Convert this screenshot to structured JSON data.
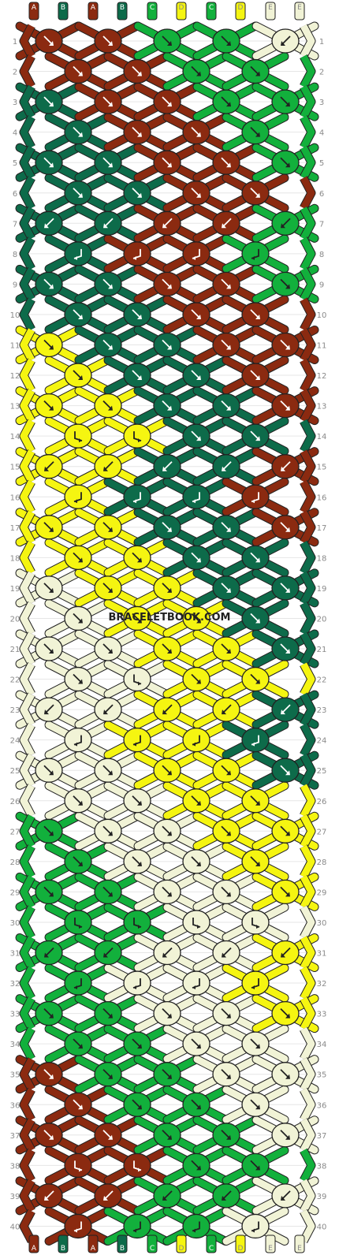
{
  "watermark": "BRACELETBOOK.COM",
  "strand_labels": [
    "A",
    "B",
    "A",
    "B",
    "C",
    "D",
    "C",
    "D",
    "E",
    "E"
  ],
  "colors": {
    "A": "#8b2a10",
    "B": "#0d6b4a",
    "C": "#12b03c",
    "D": "#f5f511",
    "E": "#f1f3d6"
  },
  "row_count": 40,
  "knots": [
    [
      "A",
      "A",
      "C",
      "C",
      "E"
    ],
    [
      "A",
      "A",
      "C",
      "C"
    ],
    [
      "B",
      "A",
      "A",
      "C",
      "C"
    ],
    [
      "B",
      "A",
      "A",
      "C"
    ],
    [
      "B",
      "B",
      "A",
      "A",
      "C"
    ],
    [
      "B",
      "B",
      "A",
      "A"
    ],
    [
      "B",
      "B",
      "A",
      "A",
      "C"
    ],
    [
      "B",
      "A",
      "A",
      "C"
    ],
    [
      "B",
      "B",
      "A",
      "A",
      "C"
    ],
    [
      "B",
      "B",
      "A",
      "A"
    ],
    [
      "D",
      "B",
      "B",
      "A",
      "A"
    ],
    [
      "D",
      "B",
      "B",
      "A"
    ],
    [
      "D",
      "D",
      "B",
      "B",
      "A"
    ],
    [
      "D",
      "D",
      "B",
      "B"
    ],
    [
      "D",
      "D",
      "B",
      "B",
      "A"
    ],
    [
      "D",
      "B",
      "B",
      "A"
    ],
    [
      "D",
      "D",
      "B",
      "B",
      "A"
    ],
    [
      "D",
      "D",
      "B",
      "B"
    ],
    [
      "E",
      "D",
      "D",
      "B",
      "B"
    ],
    [
      "E",
      "D",
      "D",
      "B"
    ],
    [
      "E",
      "E",
      "D",
      "D",
      "B"
    ],
    [
      "E",
      "E",
      "D",
      "D"
    ],
    [
      "E",
      "E",
      "D",
      "D",
      "B"
    ],
    [
      "E",
      "D",
      "D",
      "B"
    ],
    [
      "E",
      "E",
      "D",
      "D",
      "B"
    ],
    [
      "E",
      "E",
      "D",
      "D"
    ],
    [
      "C",
      "E",
      "E",
      "D",
      "D"
    ],
    [
      "C",
      "E",
      "E",
      "D"
    ],
    [
      "C",
      "C",
      "E",
      "E",
      "D"
    ],
    [
      "C",
      "C",
      "E",
      "E"
    ],
    [
      "C",
      "C",
      "E",
      "E",
      "D"
    ],
    [
      "C",
      "E",
      "E",
      "D"
    ],
    [
      "C",
      "C",
      "E",
      "E",
      "D"
    ],
    [
      "C",
      "C",
      "E",
      "E"
    ],
    [
      "A",
      "C",
      "C",
      "E",
      "E"
    ],
    [
      "A",
      "C",
      "C",
      "E"
    ],
    [
      "A",
      "A",
      "C",
      "C",
      "E"
    ],
    [
      "A",
      "A",
      "C",
      "C"
    ],
    [
      "A",
      "A",
      "C",
      "C",
      "E"
    ],
    [
      "A",
      "C",
      "C",
      "E"
    ]
  ],
  "arrows": [
    [
      "se",
      "se",
      "se",
      "se",
      "sw"
    ],
    [
      "se",
      "se",
      "se",
      "se"
    ],
    [
      "se",
      "se",
      "se",
      "se",
      "se"
    ],
    [
      "se",
      "se",
      "se",
      "se"
    ],
    [
      "se",
      "se",
      "se",
      "se",
      "se"
    ],
    [
      "se",
      "se",
      "se",
      "se"
    ],
    [
      "sw",
      "sw",
      "sw",
      "sw",
      "sw"
    ],
    [
      "sw-hook",
      "sw-hook",
      "sw-hook",
      "sw-hook"
    ],
    [
      "se",
      "se",
      "se",
      "se",
      "se"
    ],
    [
      "se",
      "se",
      "se",
      "se"
    ],
    [
      "se",
      "se",
      "se",
      "se",
      "se"
    ],
    [
      "se",
      "se",
      "se",
      "se"
    ],
    [
      "se",
      "se",
      "se",
      "se",
      "se"
    ],
    [
      "se-hook",
      "se-hook",
      "se",
      "se"
    ],
    [
      "sw",
      "sw",
      "sw",
      "sw",
      "sw"
    ],
    [
      "sw-hook",
      "sw-hook",
      "sw-hook",
      "sw-hook"
    ],
    [
      "se",
      "se",
      "se",
      "se",
      "se"
    ],
    [
      "se",
      "se",
      "se",
      "se"
    ],
    [
      "se",
      "se",
      "se",
      "se",
      "se"
    ],
    [
      "se",
      "se",
      "se",
      "se"
    ],
    [
      "se",
      "se",
      "se",
      "se",
      "se"
    ],
    [
      "se",
      "se-hook",
      "se",
      "se"
    ],
    [
      "sw",
      "sw",
      "sw",
      "sw",
      "sw"
    ],
    [
      "sw-hook",
      "sw-hook",
      "sw-hook",
      "sw-hook"
    ],
    [
      "se",
      "se",
      "se",
      "se",
      "se"
    ],
    [
      "se",
      "se",
      "se",
      "se"
    ],
    [
      "se",
      "se",
      "se",
      "se",
      "se"
    ],
    [
      "se",
      "se",
      "se",
      "se"
    ],
    [
      "se",
      "se",
      "se",
      "se",
      "se"
    ],
    [
      "se-hook",
      "se-hook",
      "se-hook",
      "se-hook"
    ],
    [
      "sw",
      "sw",
      "sw",
      "sw",
      "sw"
    ],
    [
      "sw-hook",
      "sw-hook",
      "sw-hook",
      "sw-hook"
    ],
    [
      "se",
      "se",
      "se",
      "se",
      "se"
    ],
    [
      "se",
      "se",
      "se",
      "se"
    ],
    [
      "se",
      "se",
      "se",
      "se",
      "se"
    ],
    [
      "se",
      "se",
      "se",
      "se"
    ],
    [
      "se",
      "se",
      "se",
      "se",
      "se"
    ],
    [
      "se-hook",
      "se-hook",
      "se",
      "se"
    ],
    [
      "sw",
      "sw",
      "sw",
      "sw",
      "sw"
    ],
    [
      "sw-hook",
      "sw-hook",
      "sw-hook",
      "sw-hook"
    ]
  ]
}
